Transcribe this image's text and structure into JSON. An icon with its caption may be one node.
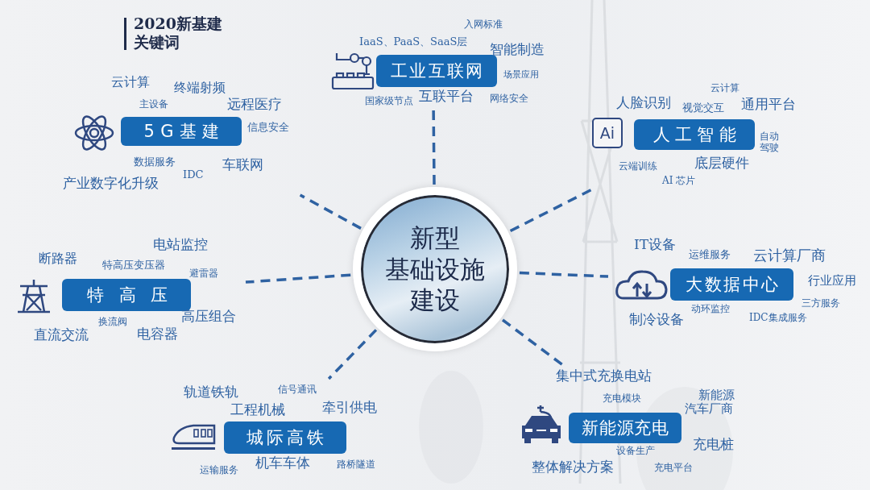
{
  "diagram": {
    "title": "2020新基建关键词",
    "nodes": [
      {
        "text": [
          "新型基础设施建设"
        ]
      },
      {
        "text": [
          "5G基建"
        ],
        "beside": [
          "云计算",
          "终端射频",
          "主设备",
          "远程医疗",
          "信息安全",
          "数据服务",
          "车联网",
          "IDC",
          "产业数字化升级"
        ]
      },
      {
        "text": [
          "工业互联网"
        ],
        "beside": [
          "入网标准",
          "IaaS、PaaS、SaaS层",
          "智能制造",
          "场景应用",
          "国家级节点",
          "互联平台",
          "网络安全"
        ]
      },
      {
        "text": [
          "人工智能"
        ],
        "beside": [
          "云计算",
          "人脸识别",
          "视觉交互",
          "通用平台",
          "自动驾驶",
          "云端训练",
          "底层硬件",
          "AI 芯片"
        ]
      },
      {
        "text": [
          "特高压"
        ],
        "beside": [
          "电站监控",
          "断路器",
          "特高压变压器",
          "避雷器",
          "高压组合",
          "换流阀",
          "直流交流",
          "电容器"
        ]
      },
      {
        "text": [
          "大数据中心"
        ],
        "beside": [
          "IT设备",
          "运维服务",
          "云计算厂商",
          "行业应用",
          "三方服务",
          "动环监控",
          "制冷设备",
          "IDC集成服务"
        ]
      },
      {
        "text": [
          "城际高铁"
        ],
        "beside": [
          "轨道铁轨",
          "信号通讯",
          "工程机械",
          "牵引供电",
          "运输服务",
          "机车车体",
          "路桥隧道"
        ]
      },
      {
        "text": [
          "新能源充电"
        ],
        "beside": [
          "集中式充换电站",
          "充电模块",
          "新能源汽车厂商",
          "设备生产",
          "充电桩",
          "整体解决方案",
          "充电平台"
        ]
      }
    ],
    "edges": [
      {
        "from": 0,
        "to": 1,
        "arrow": "none",
        "style": "dashed"
      },
      {
        "from": 0,
        "to": 2,
        "arrow": "none",
        "style": "dashed"
      },
      {
        "from": 0,
        "to": 3,
        "arrow": "none",
        "style": "dashed"
      },
      {
        "from": 0,
        "to": 4,
        "arrow": "none",
        "style": "dashed"
      },
      {
        "from": 0,
        "to": 5,
        "arrow": "none",
        "style": "dashed"
      },
      {
        "from": 0,
        "to": 6,
        "arrow": "none",
        "style": "dashed"
      },
      {
        "from": 0,
        "to": 7,
        "arrow": "none",
        "style": "dashed"
      }
    ],
    "labels": [
      "Ai"
    ]
  }
}
